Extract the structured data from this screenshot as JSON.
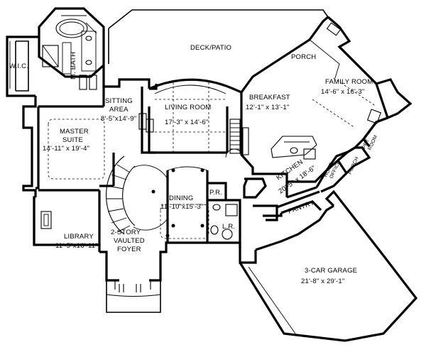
{
  "rooms": {
    "deck_patio": "DECK/PATIO",
    "porch_top": "PORCH",
    "family_room": {
      "name": "FAMILY ROOM",
      "size": "14'-6\" x 16'-3\""
    },
    "breakfast": {
      "name": "BREAKFAST",
      "size": "12'-1\" x 13'-1\""
    },
    "living_room": {
      "name": "LIVING ROOM",
      "size": "17'-3\" x 14'-6\""
    },
    "sitting_area": {
      "name1": "SITTING",
      "name2": "AREA",
      "size": "8'-5\"x14'-9\""
    },
    "m_bath": "M. BATH",
    "wic": "W.I.C.",
    "master_suite": {
      "name1": "MASTER",
      "name2": "SUITE",
      "size": "14'-11\" x 19'-4\""
    },
    "kitchen": {
      "name": "KITCHEN",
      "size": "20'-5\" x 18'-6\""
    },
    "dining": {
      "name": "DINING",
      "size": "11'-10\"x15'-3\""
    },
    "pr": "P.R.",
    "lr": "L.R.",
    "pantry": "PANTRY",
    "home_office": {
      "name1": "HOME",
      "name2": "OFFICE"
    },
    "porch_side": "PORCH",
    "pet_room": {
      "name1": "PET",
      "name2": "ROOM"
    },
    "library": {
      "name": "LIBRARY",
      "size": "11'-5\"x16'-11\""
    },
    "foyer": {
      "name1": "2-STORY",
      "name2": "VAULTED",
      "name3": "FOYER"
    },
    "garage": {
      "name": "3-CAR GARAGE",
      "size": "21'-8\" x 29'-1\""
    }
  }
}
